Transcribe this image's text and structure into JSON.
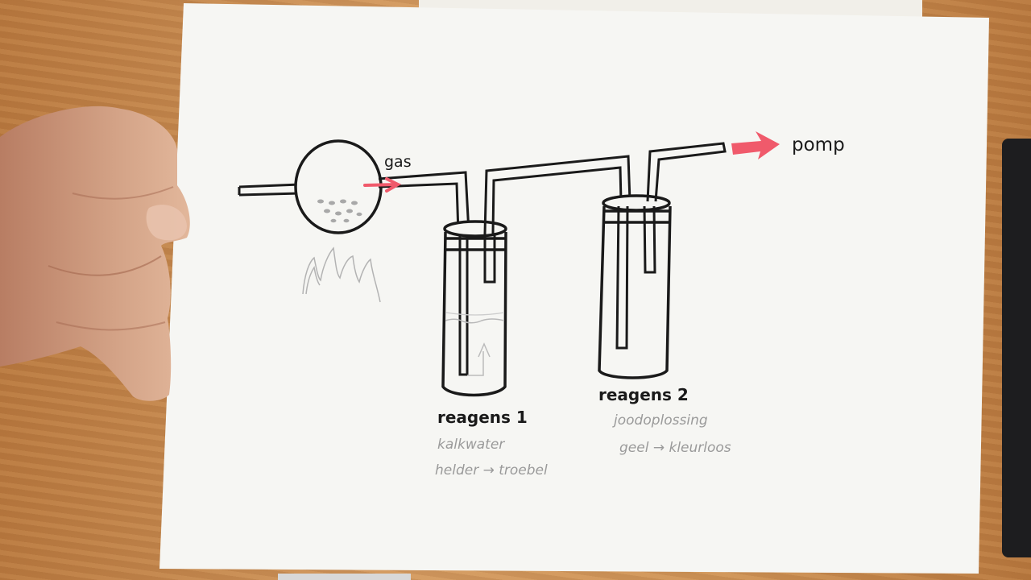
{
  "labels": {
    "gas": "gas",
    "pomp": "pomp",
    "reagens1": "reagens 1",
    "reagens2": "reagens 2",
    "kalkwater": "kalkwater",
    "helder_troebel": "helder → troebel",
    "joodoplossing": "joodoplossing",
    "geel_kleurloos": "geel → kleurloos"
  },
  "colors": {
    "ink": "#1a1a1a",
    "pencil": "#9a9a9a",
    "arrow": "#f05a6b",
    "paper": "#f6f6f3"
  }
}
